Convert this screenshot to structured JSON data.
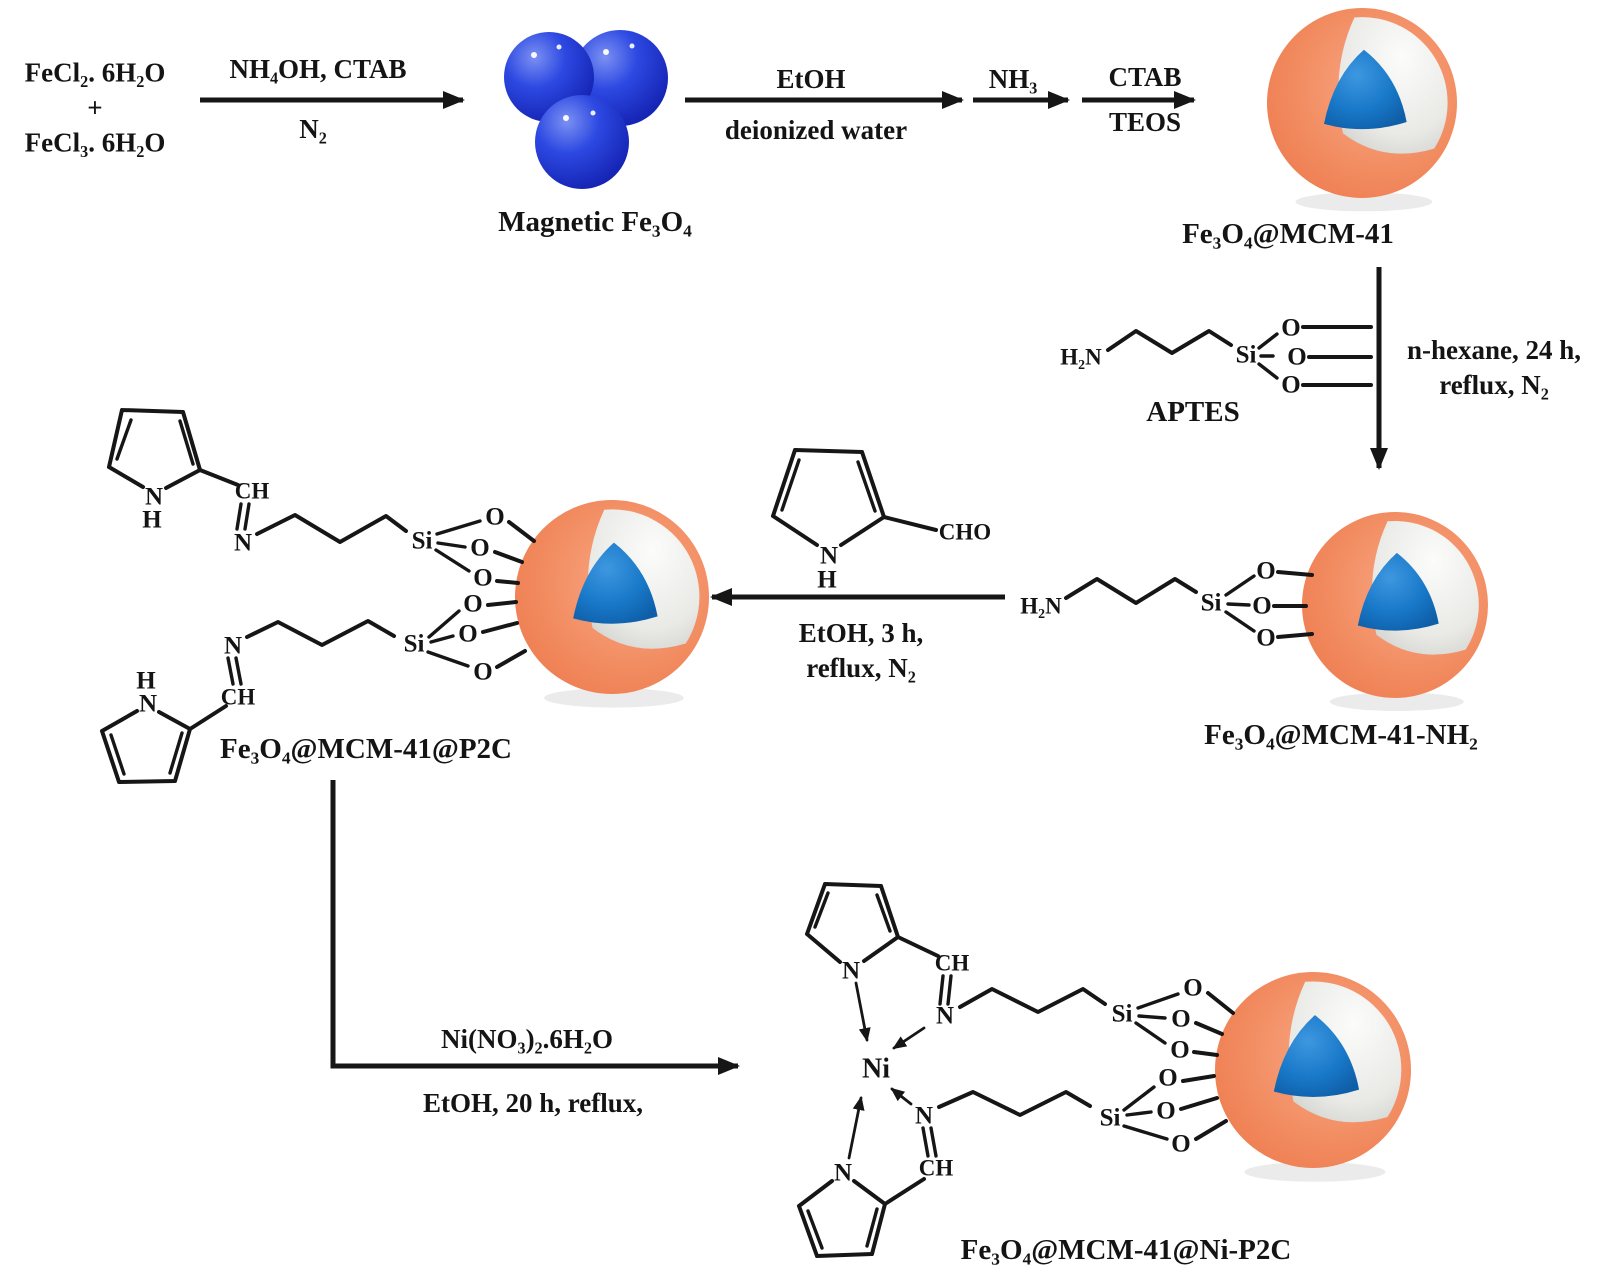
{
  "atoms": {
    "O": "O",
    "Si": "Si",
    "N": "N",
    "H": "H",
    "CH": "CH",
    "CHO": "CHO",
    "NI": "Ni",
    "H2N": "H₂N"
  },
  "reactants": {
    "line1": "FeCl₂. 6H₂O",
    "line2": "+",
    "line3": "FeCl₃. 6H₂O"
  },
  "steps": {
    "step1_top": "NH₄OH, CTAB",
    "step1_bottom": "N₂",
    "step2_top": "EtOH",
    "step2_bottom": "deionized water",
    "step3": "NH₃",
    "step4_top": "CTAB",
    "step4_bottom": "TEOS",
    "step5_line1": "n-hexane, 24 h,",
    "step5_line2": "reflux, N₂",
    "step6_line1": "EtOH, 3 h,",
    "step6_line2": "reflux, N₂",
    "step7_top": "Ni(NO₃)₂.6H₂O",
    "step7_bottom": "EtOH, 20 h, reflux,"
  },
  "labels": {
    "magnetite": "Magnetic Fe₃O₄",
    "mcm41": "Fe₃O₄@MCM-41",
    "aptes": "APTES",
    "nh2": "Fe₃O₄@MCM-41-NH₂",
    "p2c": "Fe₃O₄@MCM-41@P2C",
    "nip2c": "Fe₃O₄@MCM-41@Ni-P2C"
  },
  "colors": {
    "ni_red": "#e50b0b",
    "shell_orange": "#f28c61",
    "silica_white": "#e9e9e6",
    "core_blue": "#1878c8",
    "magnetite_blue": "#2d49e2",
    "bond_black": "#161616"
  }
}
